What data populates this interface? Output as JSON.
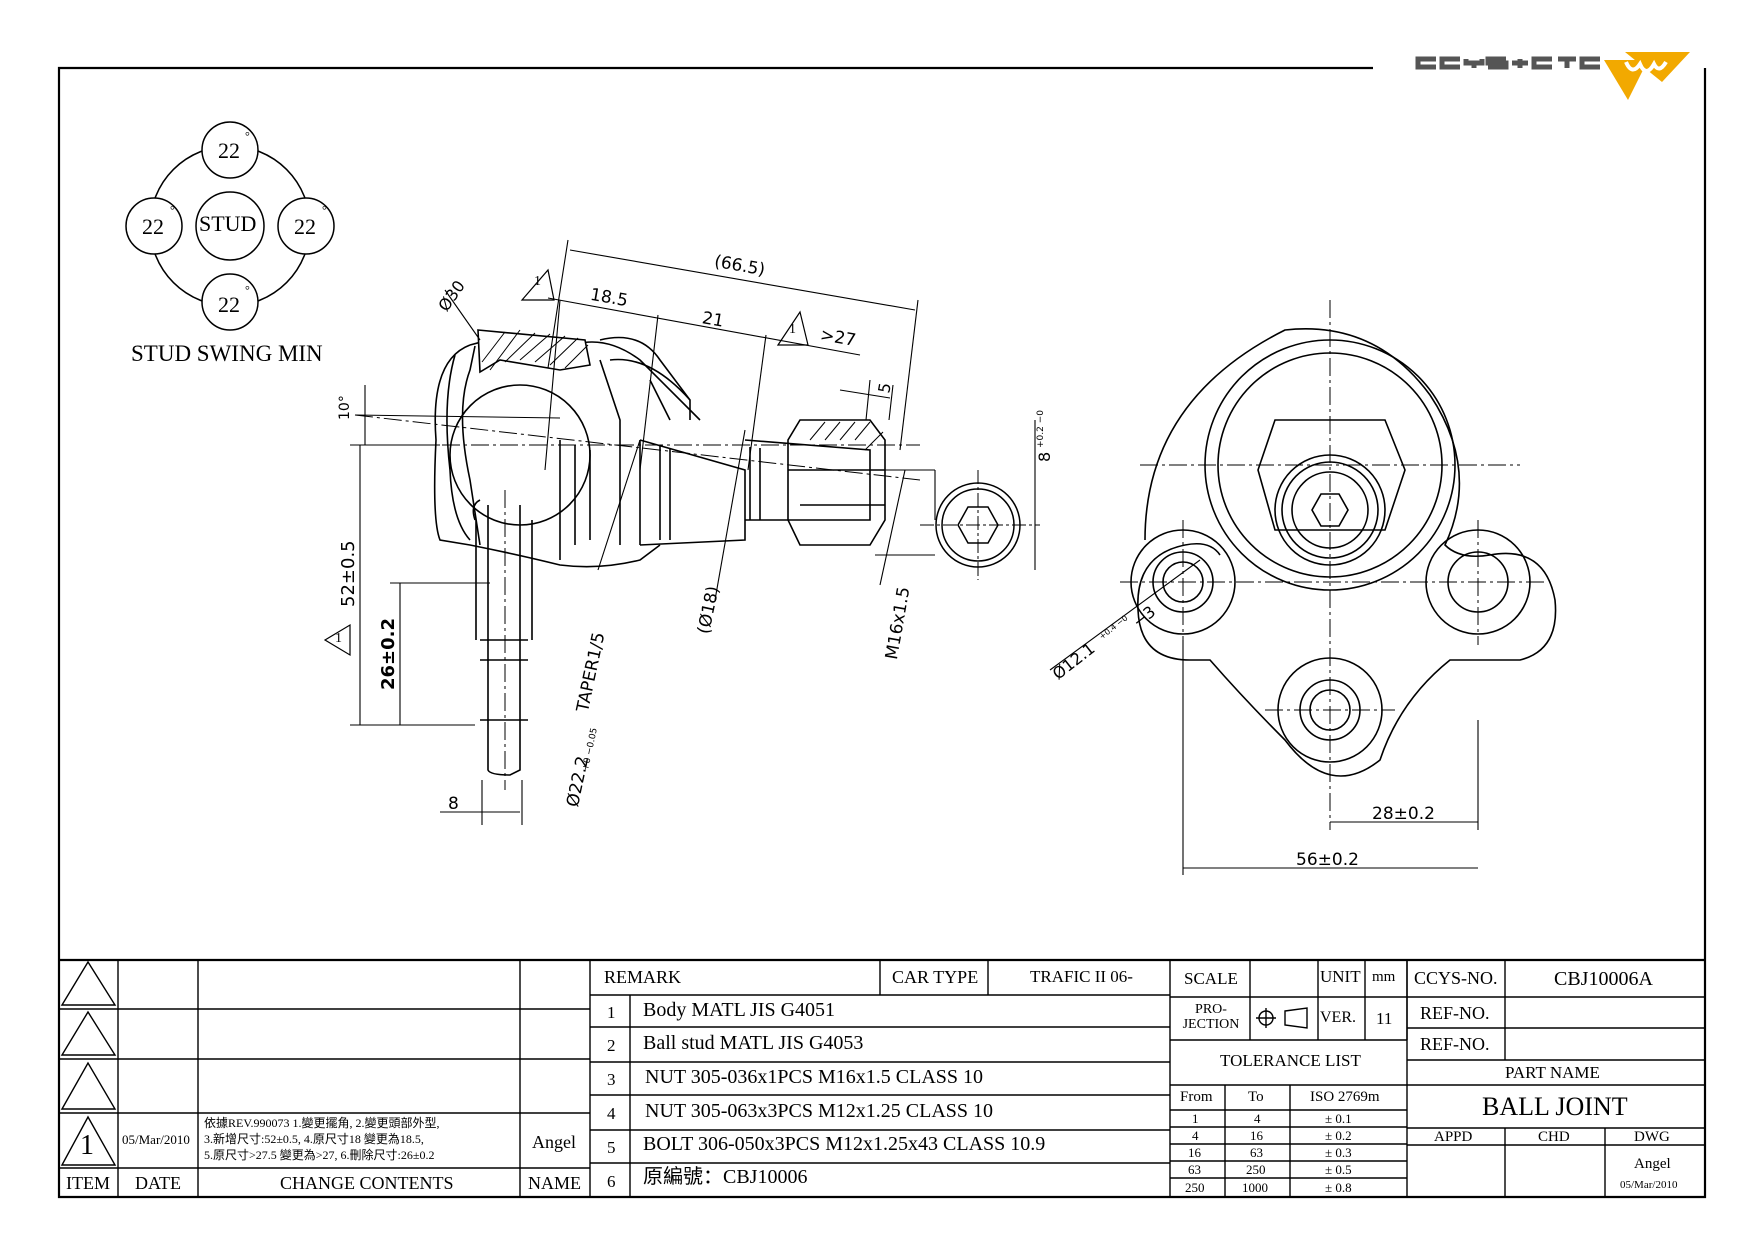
{
  "logo": {
    "text": "CCYS+CTC",
    "accent": "#f2a900"
  },
  "drawing": {
    "swing": {
      "top": "22",
      "left": "22",
      "right": "22",
      "bottom": "22",
      "center": "STUD",
      "deg": "°",
      "caption": "STUD SWING MIN"
    },
    "dims": {
      "overall": "(66.5)",
      "d18_5": "18.5",
      "d21": "21",
      "d27": ">27",
      "d5": "5",
      "d10": "10°",
      "d52": "52±0.5",
      "d26": "26±0.2",
      "d8": "8",
      "taper": "TAPER1/5",
      "d222": "Ø22.2",
      "d222tol": "+0 −0.05",
      "d18": "(Ø18)",
      "m16": "M16x1.5",
      "hex": "8",
      "hextol": "+0.2 −0",
      "d30": "Ø30",
      "d121": "Ø12.1",
      "d121tol": "+0.4 −0",
      "d121b": "−3",
      "d28": "28±0.2",
      "d56": "56±0.2",
      "tri": "1"
    }
  },
  "title_block": {
    "revision": {
      "num": "1",
      "date": "05/Mar/2010",
      "contents": [
        "依據REV.990073 1.變更擺角, 2.變更頭部外型,",
        "3.新增尺寸:52±0.5, 4.原尺寸18 變更為18.5,",
        "5.原尺寸>27.5 變更為>27, 6.刪除尺寸:26±0.2"
      ],
      "name": "Angel"
    },
    "headers": {
      "item": "ITEM",
      "date": "DATE",
      "contents": "CHANGE CONTENTS",
      "name": "NAME"
    },
    "remark": {
      "label": "REMARK",
      "car_type_label": "CAR TYPE",
      "car_type": "TRAFIC II 06-",
      "items": [
        {
          "n": "1",
          "text": "Body MATL JIS G4051"
        },
        {
          "n": "2",
          "text": "Ball stud MATL JIS G4053"
        },
        {
          "n": "3",
          "text": "NUT 305-036x1PCS M16x1.5 CLASS 10"
        },
        {
          "n": "4",
          "text": "NUT 305-063x3PCS M12x1.25 CLASS 10"
        },
        {
          "n": "5",
          "text": "BOLT 306-050x3PCS M12x1.25x43 CLASS 10.9"
        },
        {
          "n": "6",
          "text": "原編號：CBJ10006"
        }
      ]
    },
    "scale_label": "SCALE",
    "unit_label": "UNIT",
    "unit": "mm",
    "projection_label": "PRO-\nJECTION",
    "ver_label": "VER.",
    "ver": "11",
    "tolerance": {
      "title": "TOLERANCE LIST",
      "from": "From",
      "to": "To",
      "iso": "ISO 2769m",
      "rows": [
        [
          "1",
          "4",
          "± 0.1"
        ],
        [
          "4",
          "16",
          "± 0.2"
        ],
        [
          "16",
          "63",
          "± 0.3"
        ],
        [
          "63",
          "250",
          "± 0.5"
        ],
        [
          "250",
          "1000",
          "± 0.8"
        ]
      ]
    },
    "ccys_label": "CCYS-NO.",
    "ccys_no": "CBJ10006A",
    "ref_label": "REF-NO.",
    "part_name_label": "PART NAME",
    "part_name": "BALL JOINT",
    "appd": "APPD",
    "chd": "CHD",
    "dwg": "DWG",
    "dwg_name": "Angel",
    "dwg_date": "05/Mar/2010"
  }
}
